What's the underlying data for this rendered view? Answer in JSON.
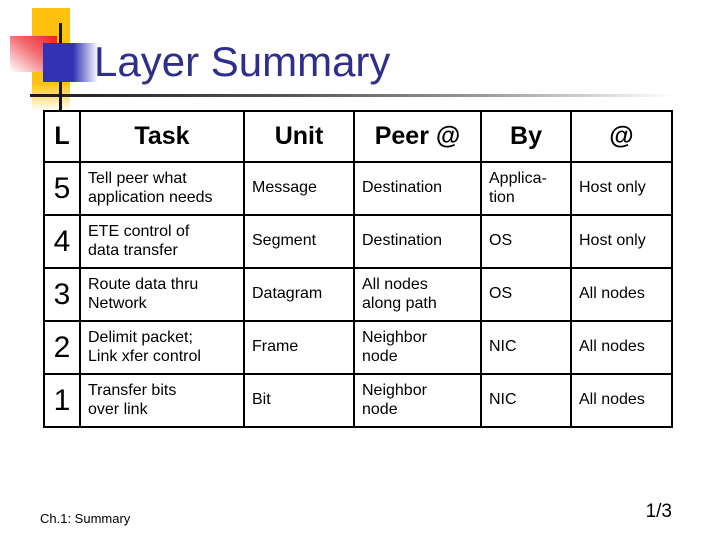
{
  "slide": {
    "title": "Layer Summary",
    "footer": "Ch.1: Summary",
    "page_indicator": "1/3"
  },
  "colors": {
    "title_text": "#2F2F8B",
    "accent_yellow": "#FFC10D",
    "accent_red": "#ED1C24",
    "accent_blue": "#3232B4",
    "table_border": "#000000",
    "background": "#FFFFFF"
  },
  "table": {
    "headers": [
      "L",
      "Task",
      "Unit",
      "Peer @",
      "By",
      "@"
    ],
    "rows": [
      {
        "layer": "5",
        "task": "Tell peer what\napplication needs",
        "unit": "Message",
        "peer_at": "Destination",
        "by": "Applica-\ntion",
        "at": "Host only"
      },
      {
        "layer": "4",
        "task": "ETE control of\ndata transfer",
        "unit": "Segment",
        "peer_at": "Destination",
        "by": "OS",
        "at": "Host only"
      },
      {
        "layer": "3",
        "task": "Route data thru\nNetwork",
        "unit": "Datagram",
        "peer_at": "All nodes\nalong path",
        "by": "OS",
        "at": "All nodes"
      },
      {
        "layer": "2",
        "task": "Delimit packet;\nLink xfer control",
        "unit": "Frame",
        "peer_at": "Neighbor\nnode",
        "by": "NIC",
        "at": "All nodes"
      },
      {
        "layer": "1",
        "task": "Transfer bits\nover link",
        "unit": "Bit",
        "peer_at": "Neighbor\nnode",
        "by": "NIC",
        "at": "All nodes"
      }
    ]
  }
}
